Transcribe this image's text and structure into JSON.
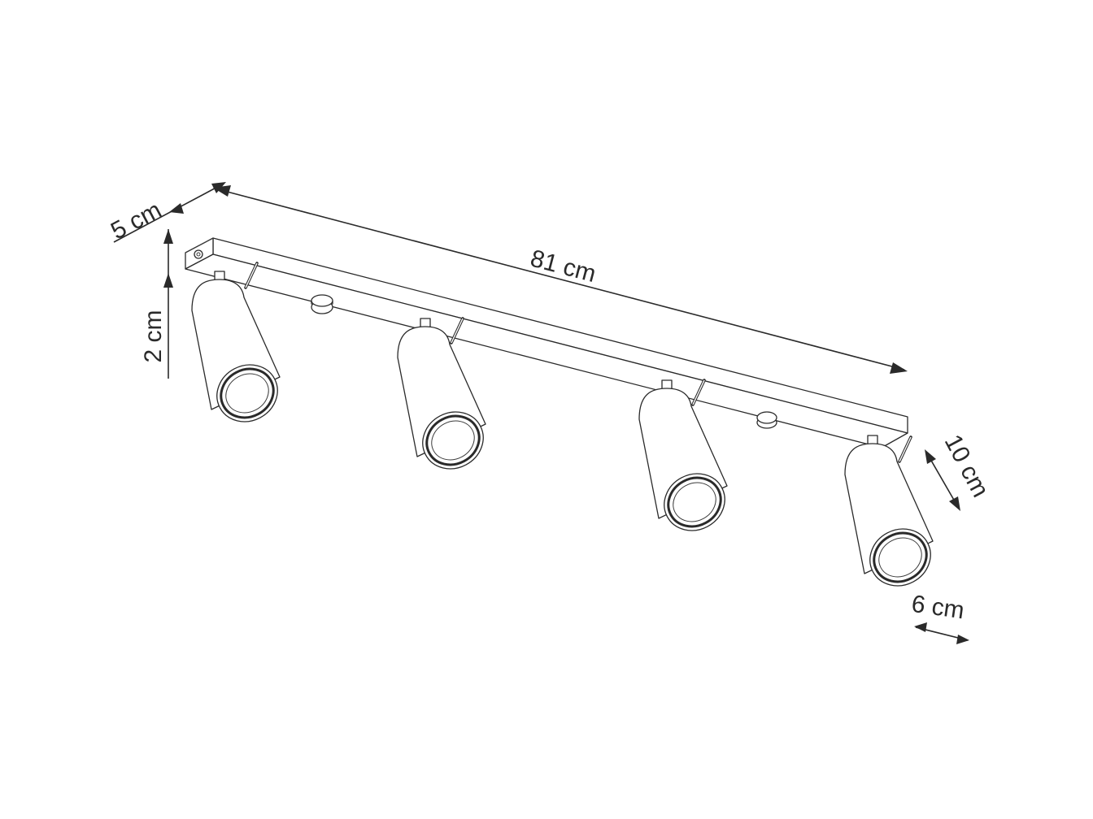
{
  "diagram": {
    "subject": "four-spot ceiling bar lamp",
    "line_color": "#2a2a2a",
    "background": "#ffffff",
    "spotlight_count": 4,
    "dimensions": {
      "length": "81 cm",
      "depth": "5 cm",
      "height": "2 cm",
      "spot_length": "10 cm",
      "spot_diameter": "6 cm"
    }
  }
}
